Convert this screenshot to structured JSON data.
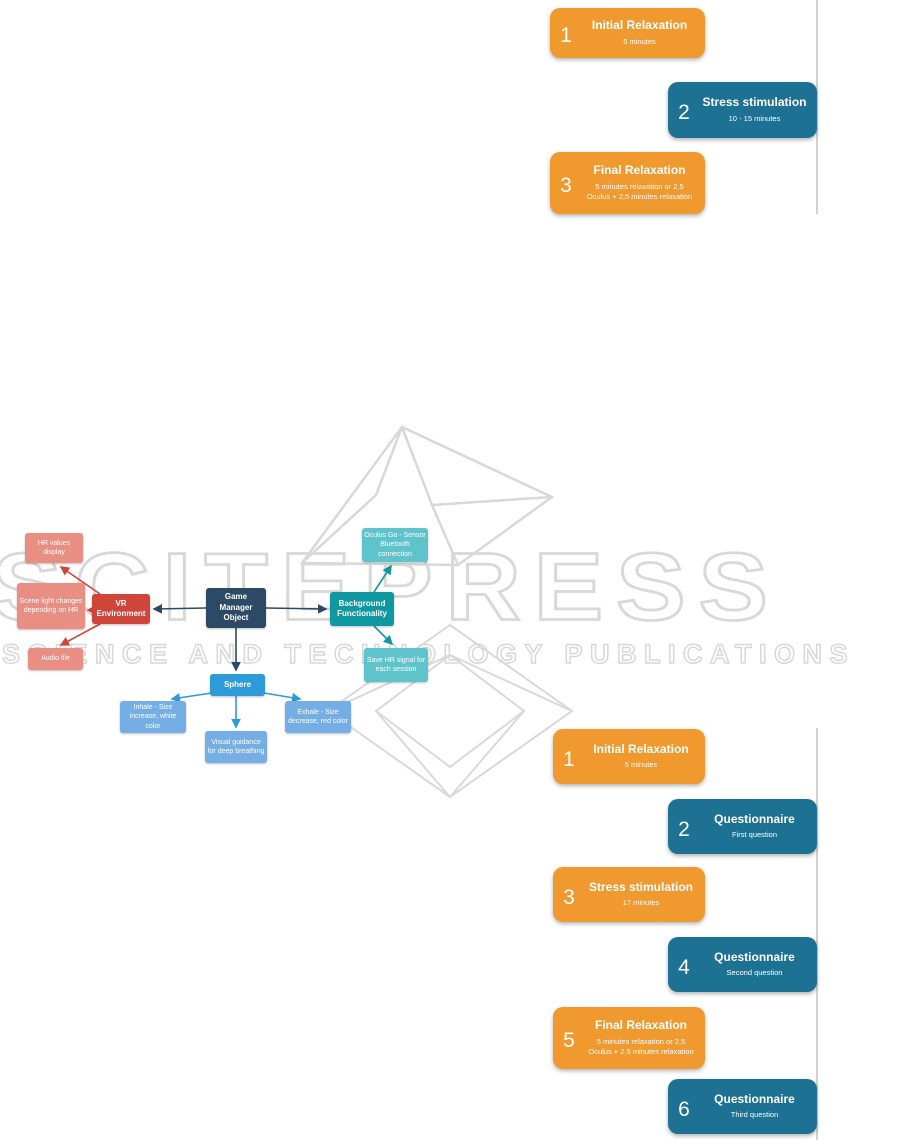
{
  "figure1": {
    "steps": [
      {
        "number": "1",
        "title": "Initial Relaxation",
        "subtitle": "5 minutes"
      },
      {
        "number": "2",
        "title": "Stress stimulation",
        "subtitle": "10 - 15 minutes"
      },
      {
        "number": "3",
        "title": "Final Relaxation",
        "subtitle": "5 minutes relaxation or 2,5 Oculus + 2,5 minutes relaxation"
      }
    ]
  },
  "flowchart": {
    "nodes": {
      "hr_values": "HR values display",
      "scene_light": "Scene light changes depending on HR",
      "audio_file": "Audio file",
      "vr_environment": "VR Environment",
      "game_manager": "Game Manager Object",
      "background_functionality": "Background Functionality",
      "oculus_go": "Oculus Go - Sensor Bluetooth connection",
      "save_hr": "Save HR signal for each session",
      "sphere": "Sphere",
      "inhale": "Inhale - Size increase, white color",
      "visual_guidance": "Visual guidance for deep breathing",
      "exhale": "Exhale - Size decrease, red color"
    }
  },
  "watermark": {
    "title": "SCITEPRESS",
    "subtitle": "SCIENCE AND TECHNOLOGY PUBLICATIONS"
  },
  "figure2": {
    "steps": [
      {
        "number": "1",
        "title": "Initial Relaxation",
        "subtitle": "5 minutes"
      },
      {
        "number": "2",
        "title": "Questionnaire",
        "subtitle": "First question"
      },
      {
        "number": "3",
        "title": "Stress stimulation",
        "subtitle": "17 minutes"
      },
      {
        "number": "4",
        "title": "Questionnaire",
        "subtitle": "Second question"
      },
      {
        "number": "5",
        "title": "Final Relaxation",
        "subtitle": "5 minutes relaxation or 2,5 Oculus + 2,5 minutes relaxation"
      },
      {
        "number": "6",
        "title": "Questionnaire",
        "subtitle": "Third question"
      }
    ]
  },
  "colors": {
    "orange": "#F0992E",
    "steel_blue": "#1D7193",
    "red": "#D0453A",
    "salmon": "#E98E82",
    "navy": "#2C4A66",
    "teal": "#0F98A0",
    "light_teal": "#5FC3CB",
    "blue": "#2D9BD8",
    "light_blue": "#74AEE4",
    "watermark_gray": "#d8d8d8"
  }
}
